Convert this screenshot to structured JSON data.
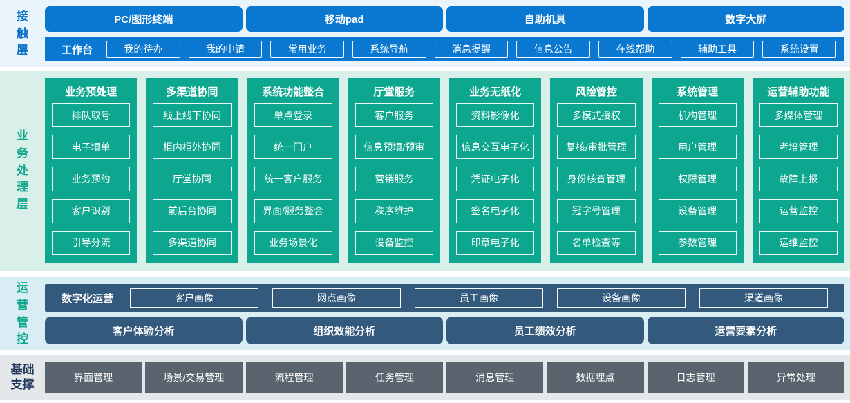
{
  "contact_layer": {
    "label": "接触层",
    "terminals": [
      "PC/图形终端",
      "移动pad",
      "自助机具",
      "数字大屏"
    ],
    "workbench": {
      "label": "工作台",
      "items": [
        "我的待办",
        "我的申请",
        "常用业务",
        "系统导航",
        "消息提醒",
        "信息公告",
        "在线帮助",
        "辅助工具",
        "系统设置"
      ]
    }
  },
  "business_layer": {
    "label": "业务处理层",
    "columns": [
      {
        "title": "业务预处理",
        "items": [
          "排队取号",
          "电子填单",
          "业务预约",
          "客户识别",
          "引导分流"
        ]
      },
      {
        "title": "多渠道协同",
        "items": [
          "线上线下协同",
          "柜内柜外协同",
          "厅堂协同",
          "前后台协同",
          "多渠道协同"
        ]
      },
      {
        "title": "系统功能整合",
        "items": [
          "单点登录",
          "统一门户",
          "统一客户服务",
          "界面/服务整合",
          "业务场景化"
        ]
      },
      {
        "title": "厅堂服务",
        "items": [
          "客户服务",
          "信息预填/预审",
          "营销服务",
          "秩序维护",
          "设备监控"
        ]
      },
      {
        "title": "业务无纸化",
        "items": [
          "资料影像化",
          "信息交互电子化",
          "凭证电子化",
          "签名电子化",
          "印章电子化"
        ]
      },
      {
        "title": "风险管控",
        "items": [
          "多模式授权",
          "复核/审批管理",
          "身份核查管理",
          "冠字号管理",
          "名单检查等"
        ]
      },
      {
        "title": "系统管理",
        "items": [
          "机构管理",
          "用户管理",
          "权限管理",
          "设备管理",
          "参数管理"
        ]
      },
      {
        "title": "运营辅助功能",
        "items": [
          "多媒体管理",
          "考培管理",
          "故障上报",
          "运营监控",
          "运维监控"
        ]
      }
    ]
  },
  "operations_layer": {
    "label": "运营管控",
    "digital_ops": {
      "label": "数字化运营",
      "items": [
        "客户画像",
        "网点画像",
        "员工画像",
        "设备画像",
        "渠道画像"
      ]
    },
    "analysis": [
      "客户体验分析",
      "组织效能分析",
      "员工绩效分析",
      "运营要素分析"
    ]
  },
  "foundation_layer": {
    "label": "基础支撑",
    "items": [
      "界面管理",
      "场景/交易管理",
      "流程管理",
      "任务管理",
      "消息管理",
      "数据埋点",
      "日志管理",
      "异常处理"
    ]
  },
  "colors": {
    "primary_blue": "#0a78d1",
    "blue_label": "#0b6fc4",
    "contact_band_bg": "#e9f4fb",
    "teal": "#0ca78e",
    "teal_label": "#0fa78c",
    "business_band_bg": "#d9efe9",
    "slate_blue": "#33597c",
    "ops_band_bg": "#d9edf5",
    "dark_gray": "#5a646e",
    "foundation_band_bg": "#e5e8ea",
    "navy_label": "#20395a"
  }
}
